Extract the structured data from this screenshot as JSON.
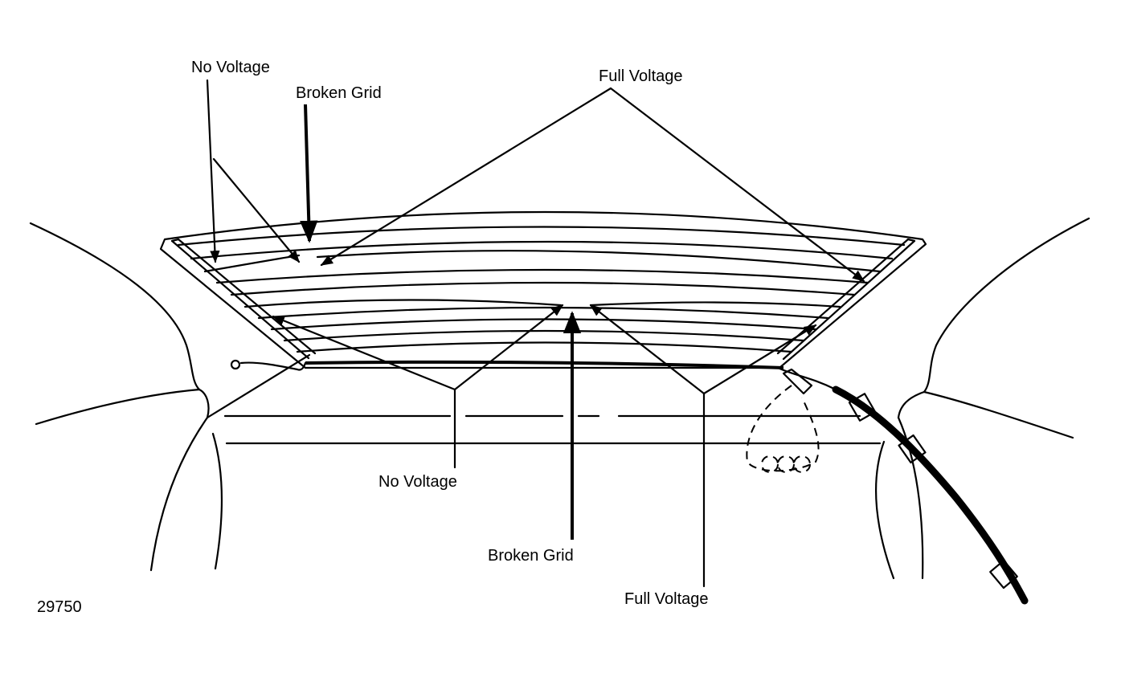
{
  "labels": {
    "no_voltage_top": "No Voltage",
    "broken_grid_top": "Broken Grid",
    "full_voltage_top": "Full Voltage",
    "no_voltage_bottom": "No Voltage",
    "broken_grid_bottom": "Broken Grid",
    "full_voltage_bottom": "Full Voltage",
    "figure_number": "29750"
  },
  "colors": {
    "ink": "#000000",
    "paper": "#ffffff"
  }
}
